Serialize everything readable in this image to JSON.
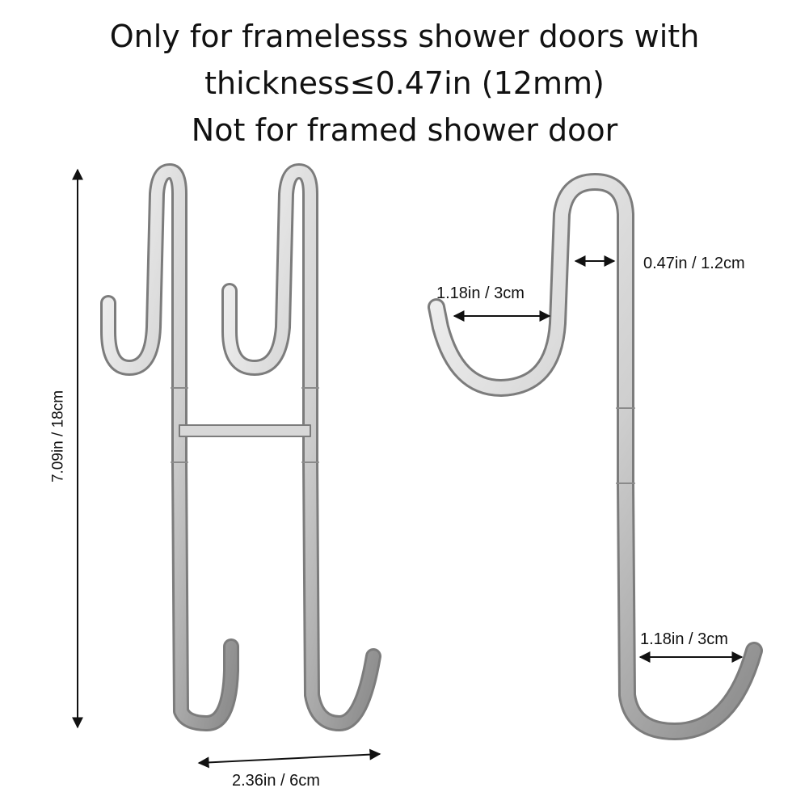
{
  "headline": {
    "line1": "Only for framelesss shower doors with",
    "line2": "thickness≤0.47in (12mm)",
    "line3": "Not for framed shower door"
  },
  "dimensions": {
    "height": "7.09in / 18cm",
    "width": "2.36in / 6cm",
    "gap": "0.47in / 1.2cm",
    "upper_hook": "1.18in / 3cm",
    "lower_hook": "1.18in / 3cm"
  },
  "colors": {
    "steel_light": "#f2f2f2",
    "steel_mid": "#c4c4c4",
    "steel_dark": "#7c7c7c",
    "arrow": "#111111"
  }
}
